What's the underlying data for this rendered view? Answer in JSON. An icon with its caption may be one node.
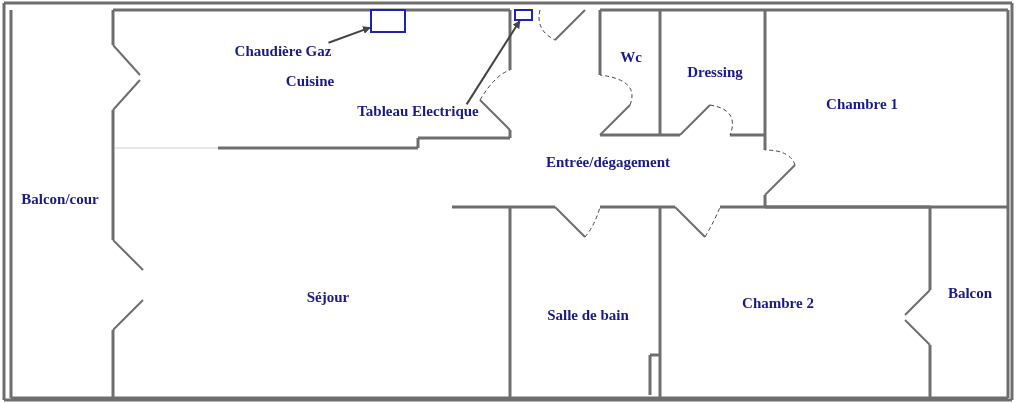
{
  "diagram": {
    "nodes": [
      {
        "text": [
          "Chaudière Gaz"
        ]
      },
      {
        "text": [],
        "shape": "box"
      },
      {
        "text": [
          "Tableau Electrique"
        ]
      },
      {
        "text": [],
        "shape": "box"
      }
    ],
    "edges": [
      {
        "from": 0,
        "to": 1,
        "arrow": "to"
      },
      {
        "from": 2,
        "to": 3,
        "arrow": "to"
      }
    ],
    "labels": [
      "Wc",
      "Dressing",
      "Cuisine",
      "Chambre 1",
      "Entrée/dégagement",
      "Balcon/cour",
      "Balcon",
      "Séjour",
      "Chambre 2",
      "Salle de bain"
    ]
  }
}
